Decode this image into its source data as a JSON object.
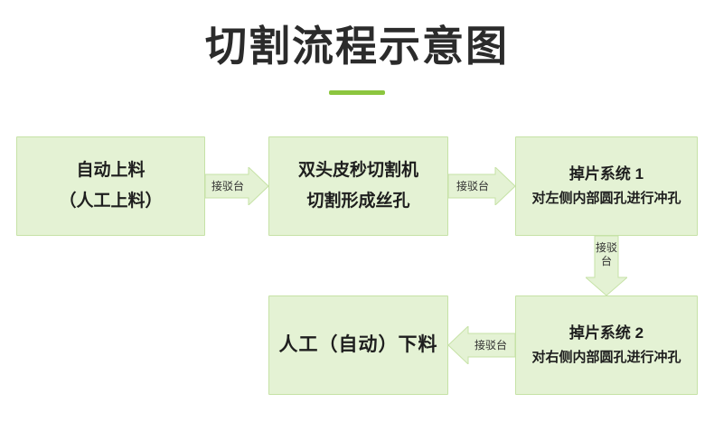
{
  "title": "切割流程示意图",
  "diagram": {
    "type": "flowchart",
    "nodes": [
      {
        "id": "node-1",
        "lines": [
          "自动上料",
          "（人工上料）"
        ],
        "style": "big"
      },
      {
        "id": "node-2",
        "lines": [
          "双头皮秒切割机",
          "切割形成丝孔"
        ],
        "style": "big"
      },
      {
        "id": "node-3",
        "main": "掉片系统 1",
        "sub": "对左侧内部圆孔进行冲孔",
        "style": "two-tier"
      },
      {
        "id": "node-4",
        "main": "掉片系统 2",
        "sub": "对右侧内部圆孔进行冲孔",
        "style": "two-tier"
      },
      {
        "id": "node-5",
        "lines": [
          "人工（自动）下料"
        ],
        "style": "single"
      }
    ],
    "connectors": [
      {
        "id": "conn-1",
        "label": "接驳台",
        "direction": "right"
      },
      {
        "id": "conn-2",
        "label": "接驳台",
        "direction": "right"
      },
      {
        "id": "conn-3",
        "label": "接驳台",
        "direction": "down"
      },
      {
        "id": "conn-4",
        "label": "接驳台",
        "direction": "left"
      }
    ]
  },
  "colors": {
    "box_fill": "#e4f2d4",
    "box_border": "#c6e2a6",
    "arrow_fill": "#e4f2d4",
    "arrow_border": "#c6e2a6",
    "accent": "#8cc63f",
    "title_text": "#2b2b2b"
  }
}
